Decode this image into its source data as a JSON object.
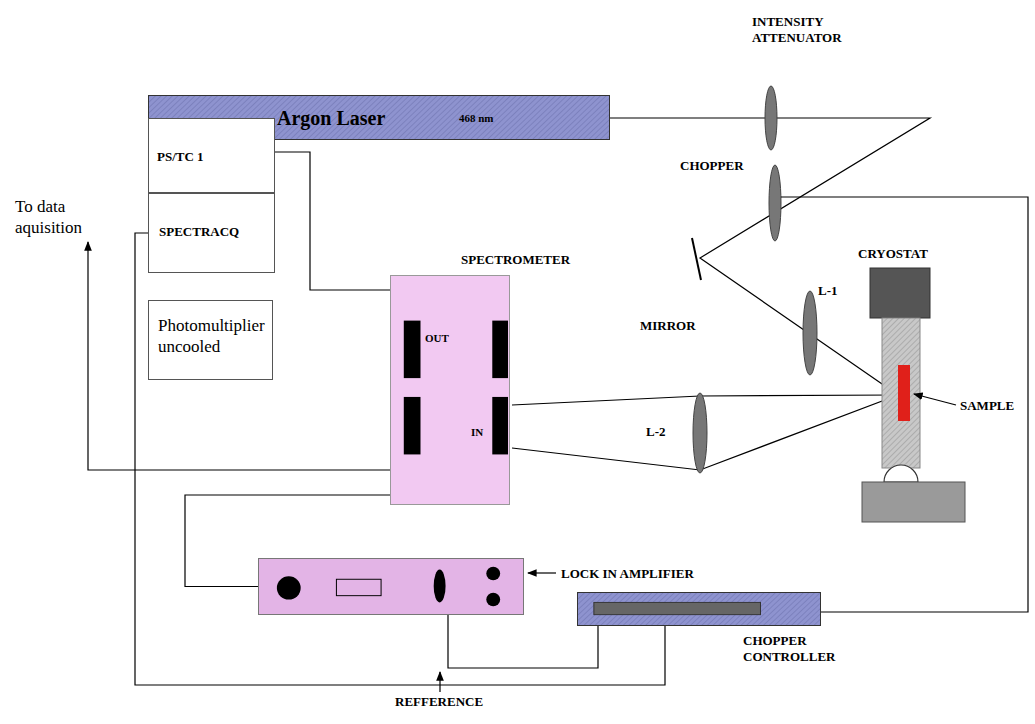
{
  "diagram": {
    "nodes": [
      {
        "text": [
          "Argon Laser",
          "468 nm"
        ]
      },
      {
        "text": [
          "PS/TC 1"
        ]
      },
      {
        "text": [
          "SPECTRACQ"
        ]
      },
      {
        "text": [
          "Photomultiplier uncooled"
        ]
      },
      {
        "text": [
          "SPECTROMETER",
          "OUT",
          "IN"
        ]
      },
      {
        "text": [
          "LOCK IN AMPLIFIER"
        ]
      },
      {
        "text": [
          "CHOPPER CONTROLLER"
        ]
      }
    ],
    "edges": [
      {
        "from": 1,
        "to": 4,
        "arrow": "none"
      },
      {
        "from": 4,
        "to": 5,
        "arrow": "none"
      },
      {
        "from": 5,
        "to": 6,
        "arrow": "none"
      },
      {
        "from": 2,
        "to": 6,
        "arrow": "none"
      }
    ],
    "labels": [
      "INTENSITY ATTENUATOR",
      "CHOPPER",
      "MIRROR",
      "L-1",
      "CRYOSTAT",
      "L-2",
      "SAMPLE",
      "To data aquisition",
      "REFFERENCE"
    ]
  }
}
